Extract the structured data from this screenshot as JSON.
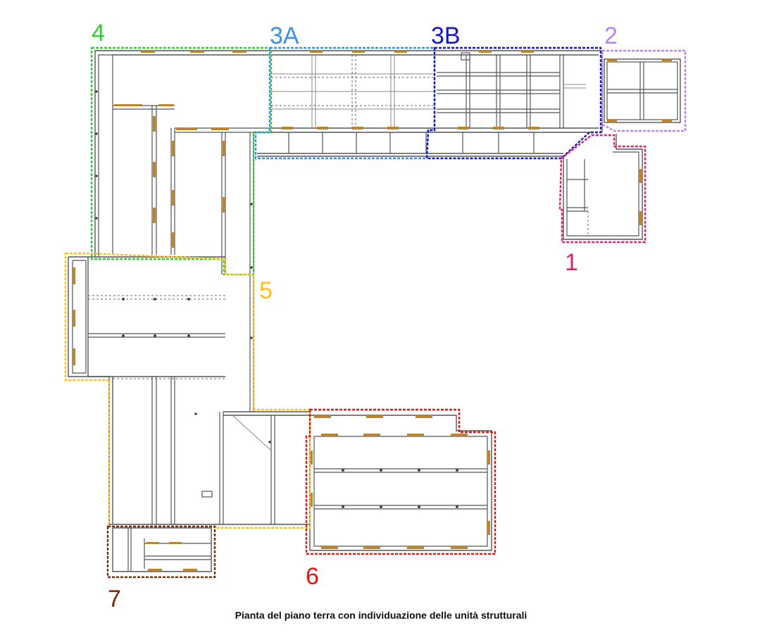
{
  "caption": "Pianta del piano terra con individuazione delle unità strutturali",
  "units": [
    {
      "id": "u1",
      "label": "1",
      "color": "#e0216f"
    },
    {
      "id": "u2",
      "label": "2",
      "color": "#b784f5"
    },
    {
      "id": "u3a",
      "label": "3A",
      "color": "#3a8ef0"
    },
    {
      "id": "u3b",
      "label": "3B",
      "color": "#1616c8"
    },
    {
      "id": "u4",
      "label": "4",
      "color": "#33cc33"
    },
    {
      "id": "u5",
      "label": "5",
      "color": "#ffbf1f"
    },
    {
      "id": "u6",
      "label": "6",
      "color": "#e01818"
    },
    {
      "id": "u7",
      "label": "7",
      "color": "#7a2a10"
    }
  ]
}
